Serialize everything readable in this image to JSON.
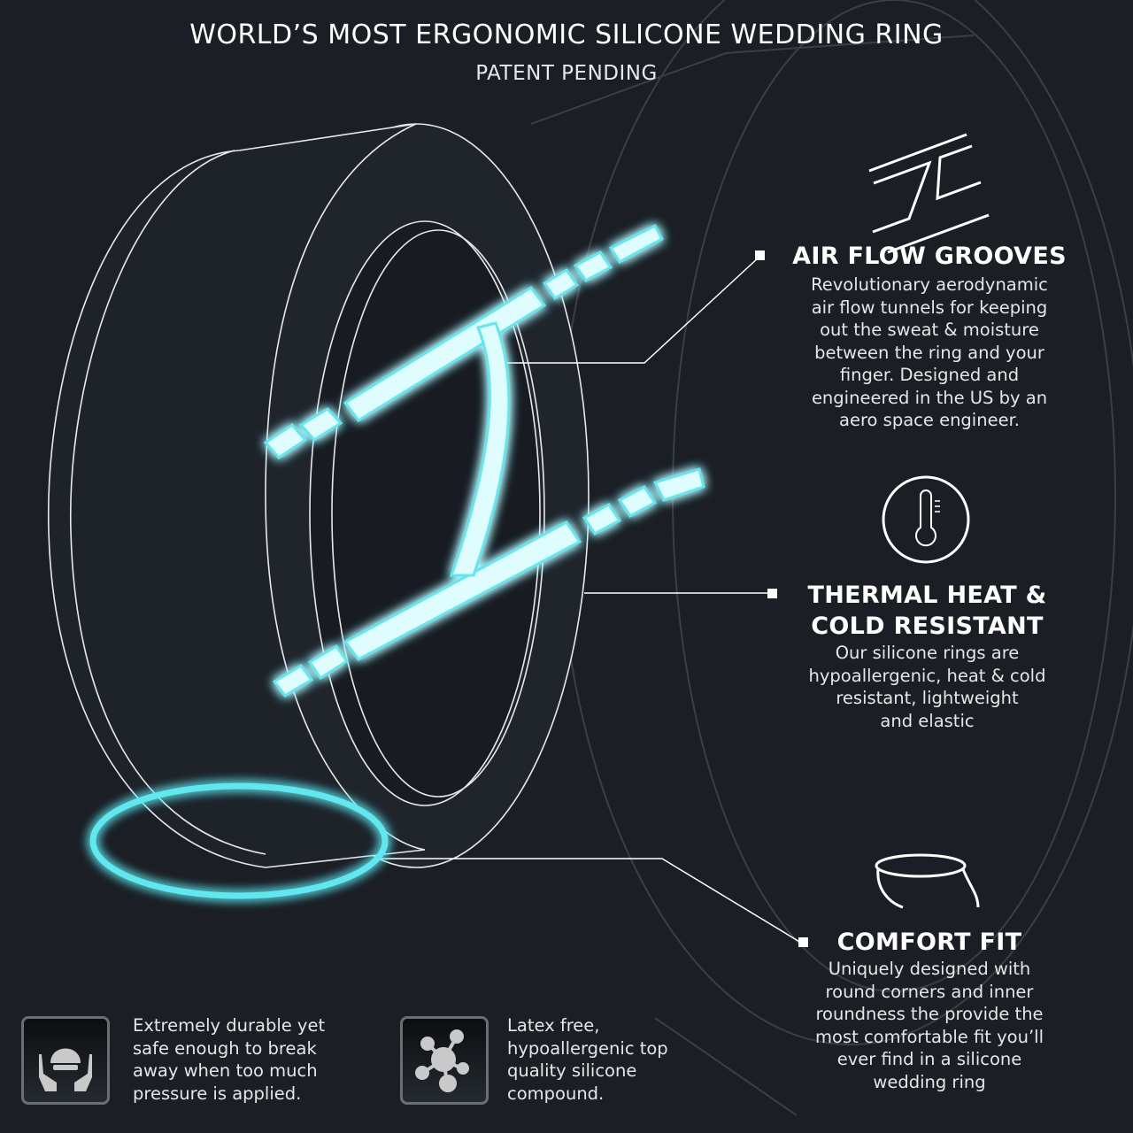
{
  "header": {
    "title": "WORLD’S MOST ERGONOMIC SILICONE WEDDING RING",
    "subtitle": "PATENT PENDING"
  },
  "features": [
    {
      "icon": "air-flow-icon",
      "title_lines": [
        "AIR FLOW GROOVES"
      ],
      "desc_lines": [
        "Revolutionary aerodynamic",
        "air flow tunnels for keeping",
        "out the sweat & moisture",
        "between the ring and your",
        "finger. Designed and",
        "engineered in the US by an",
        "aero space engineer."
      ]
    },
    {
      "icon": "thermometer-icon",
      "title_lines": [
        "THERMAL HEAT &",
        "COLD RESISTANT"
      ],
      "desc_lines": [
        "Our silicone rings are",
        "hypoallergenic, heat & cold",
        "resistant, lightweight",
        "and elastic"
      ]
    },
    {
      "icon": "ring-profile-icon",
      "title_lines": [
        "COMFORT FIT"
      ],
      "desc_lines": [
        "Uniquely designed with",
        "round corners and inner",
        "roundness the provide the",
        "most comfortable fit you’ll",
        "ever find in a silicone",
        "wedding ring"
      ]
    }
  ],
  "bottom": [
    {
      "icon": "hard-hat-hands-icon",
      "lines": [
        "Extremely durable yet",
        "safe enough to break",
        "away when too much",
        "pressure is applied."
      ]
    },
    {
      "icon": "molecule-icon",
      "lines": [
        "Latex free,",
        "hypoallergenic top",
        "quality silicone",
        "compound."
      ]
    }
  ],
  "colors": {
    "background": "#1b1f25",
    "glow": "#5fe8f0",
    "line": "#ffffff"
  }
}
